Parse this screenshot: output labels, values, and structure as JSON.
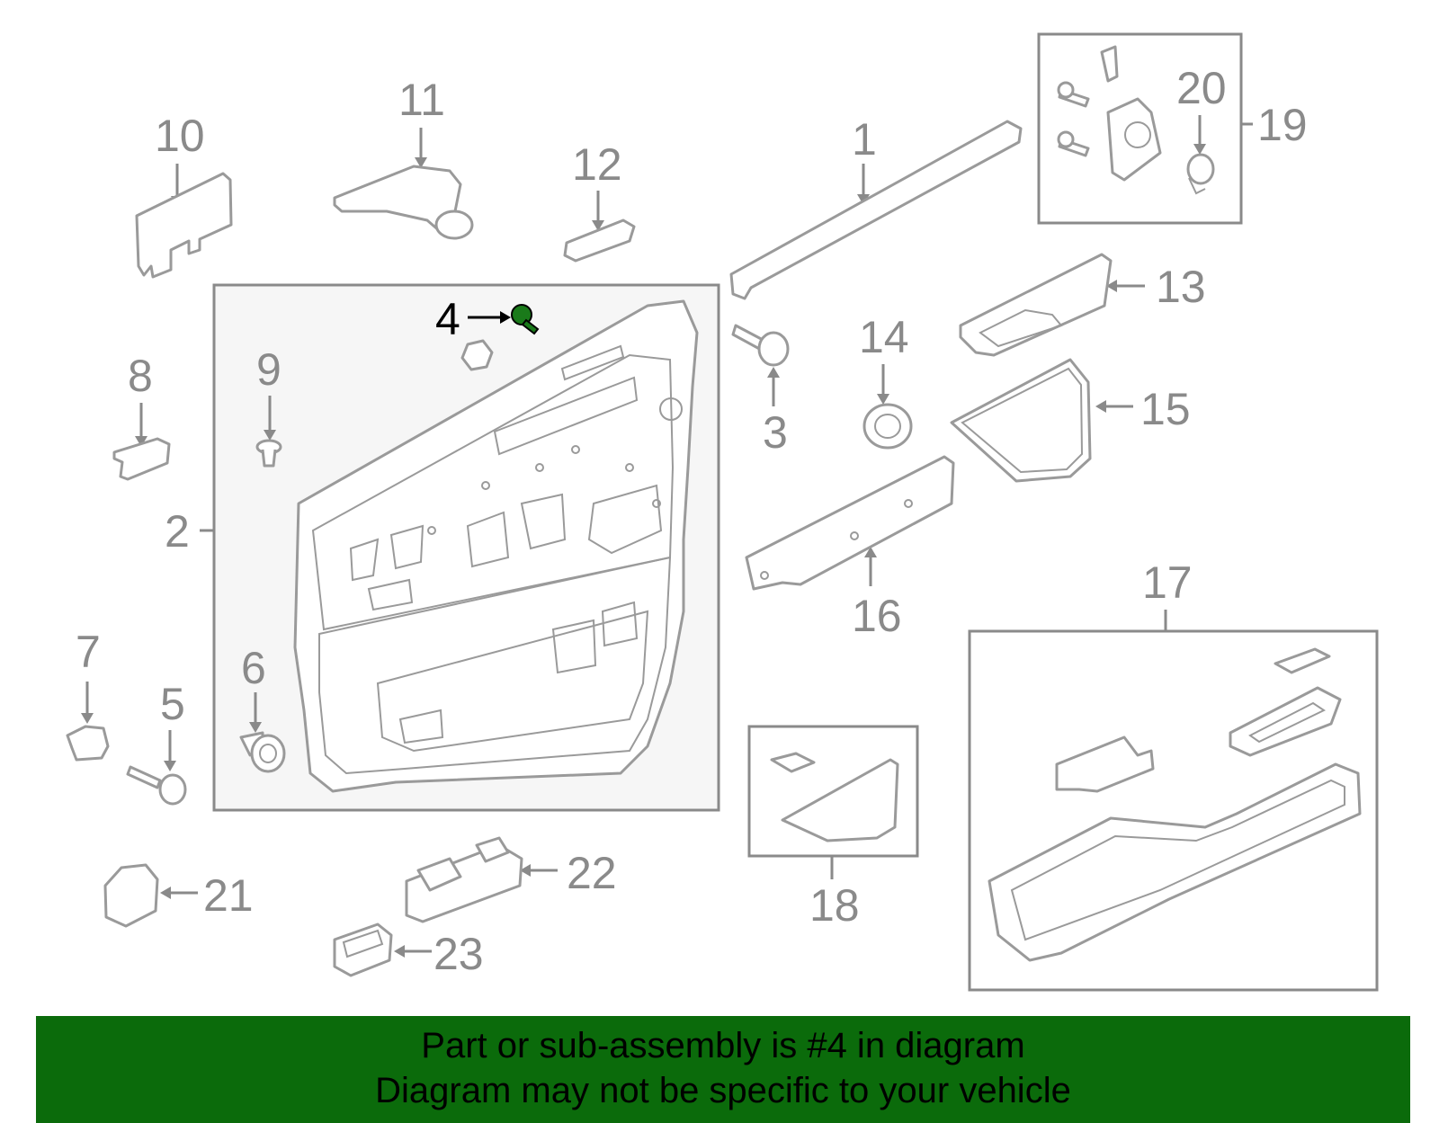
{
  "diagram": {
    "callouts": [
      "1",
      "2",
      "3",
      "4",
      "5",
      "6",
      "7",
      "8",
      "9",
      "10",
      "11",
      "12",
      "13",
      "14",
      "15",
      "16",
      "17",
      "18",
      "19",
      "20",
      "21",
      "22",
      "23"
    ],
    "highlighted_callout": "4",
    "colors": {
      "line": "#8a8a8a",
      "highlight_part": "#1a7a1a",
      "banner": "#0b6b0b"
    }
  },
  "banner": {
    "line1": "Part or sub-assembly is #4 in diagram",
    "line2": "Diagram may not be specific to your vehicle"
  }
}
